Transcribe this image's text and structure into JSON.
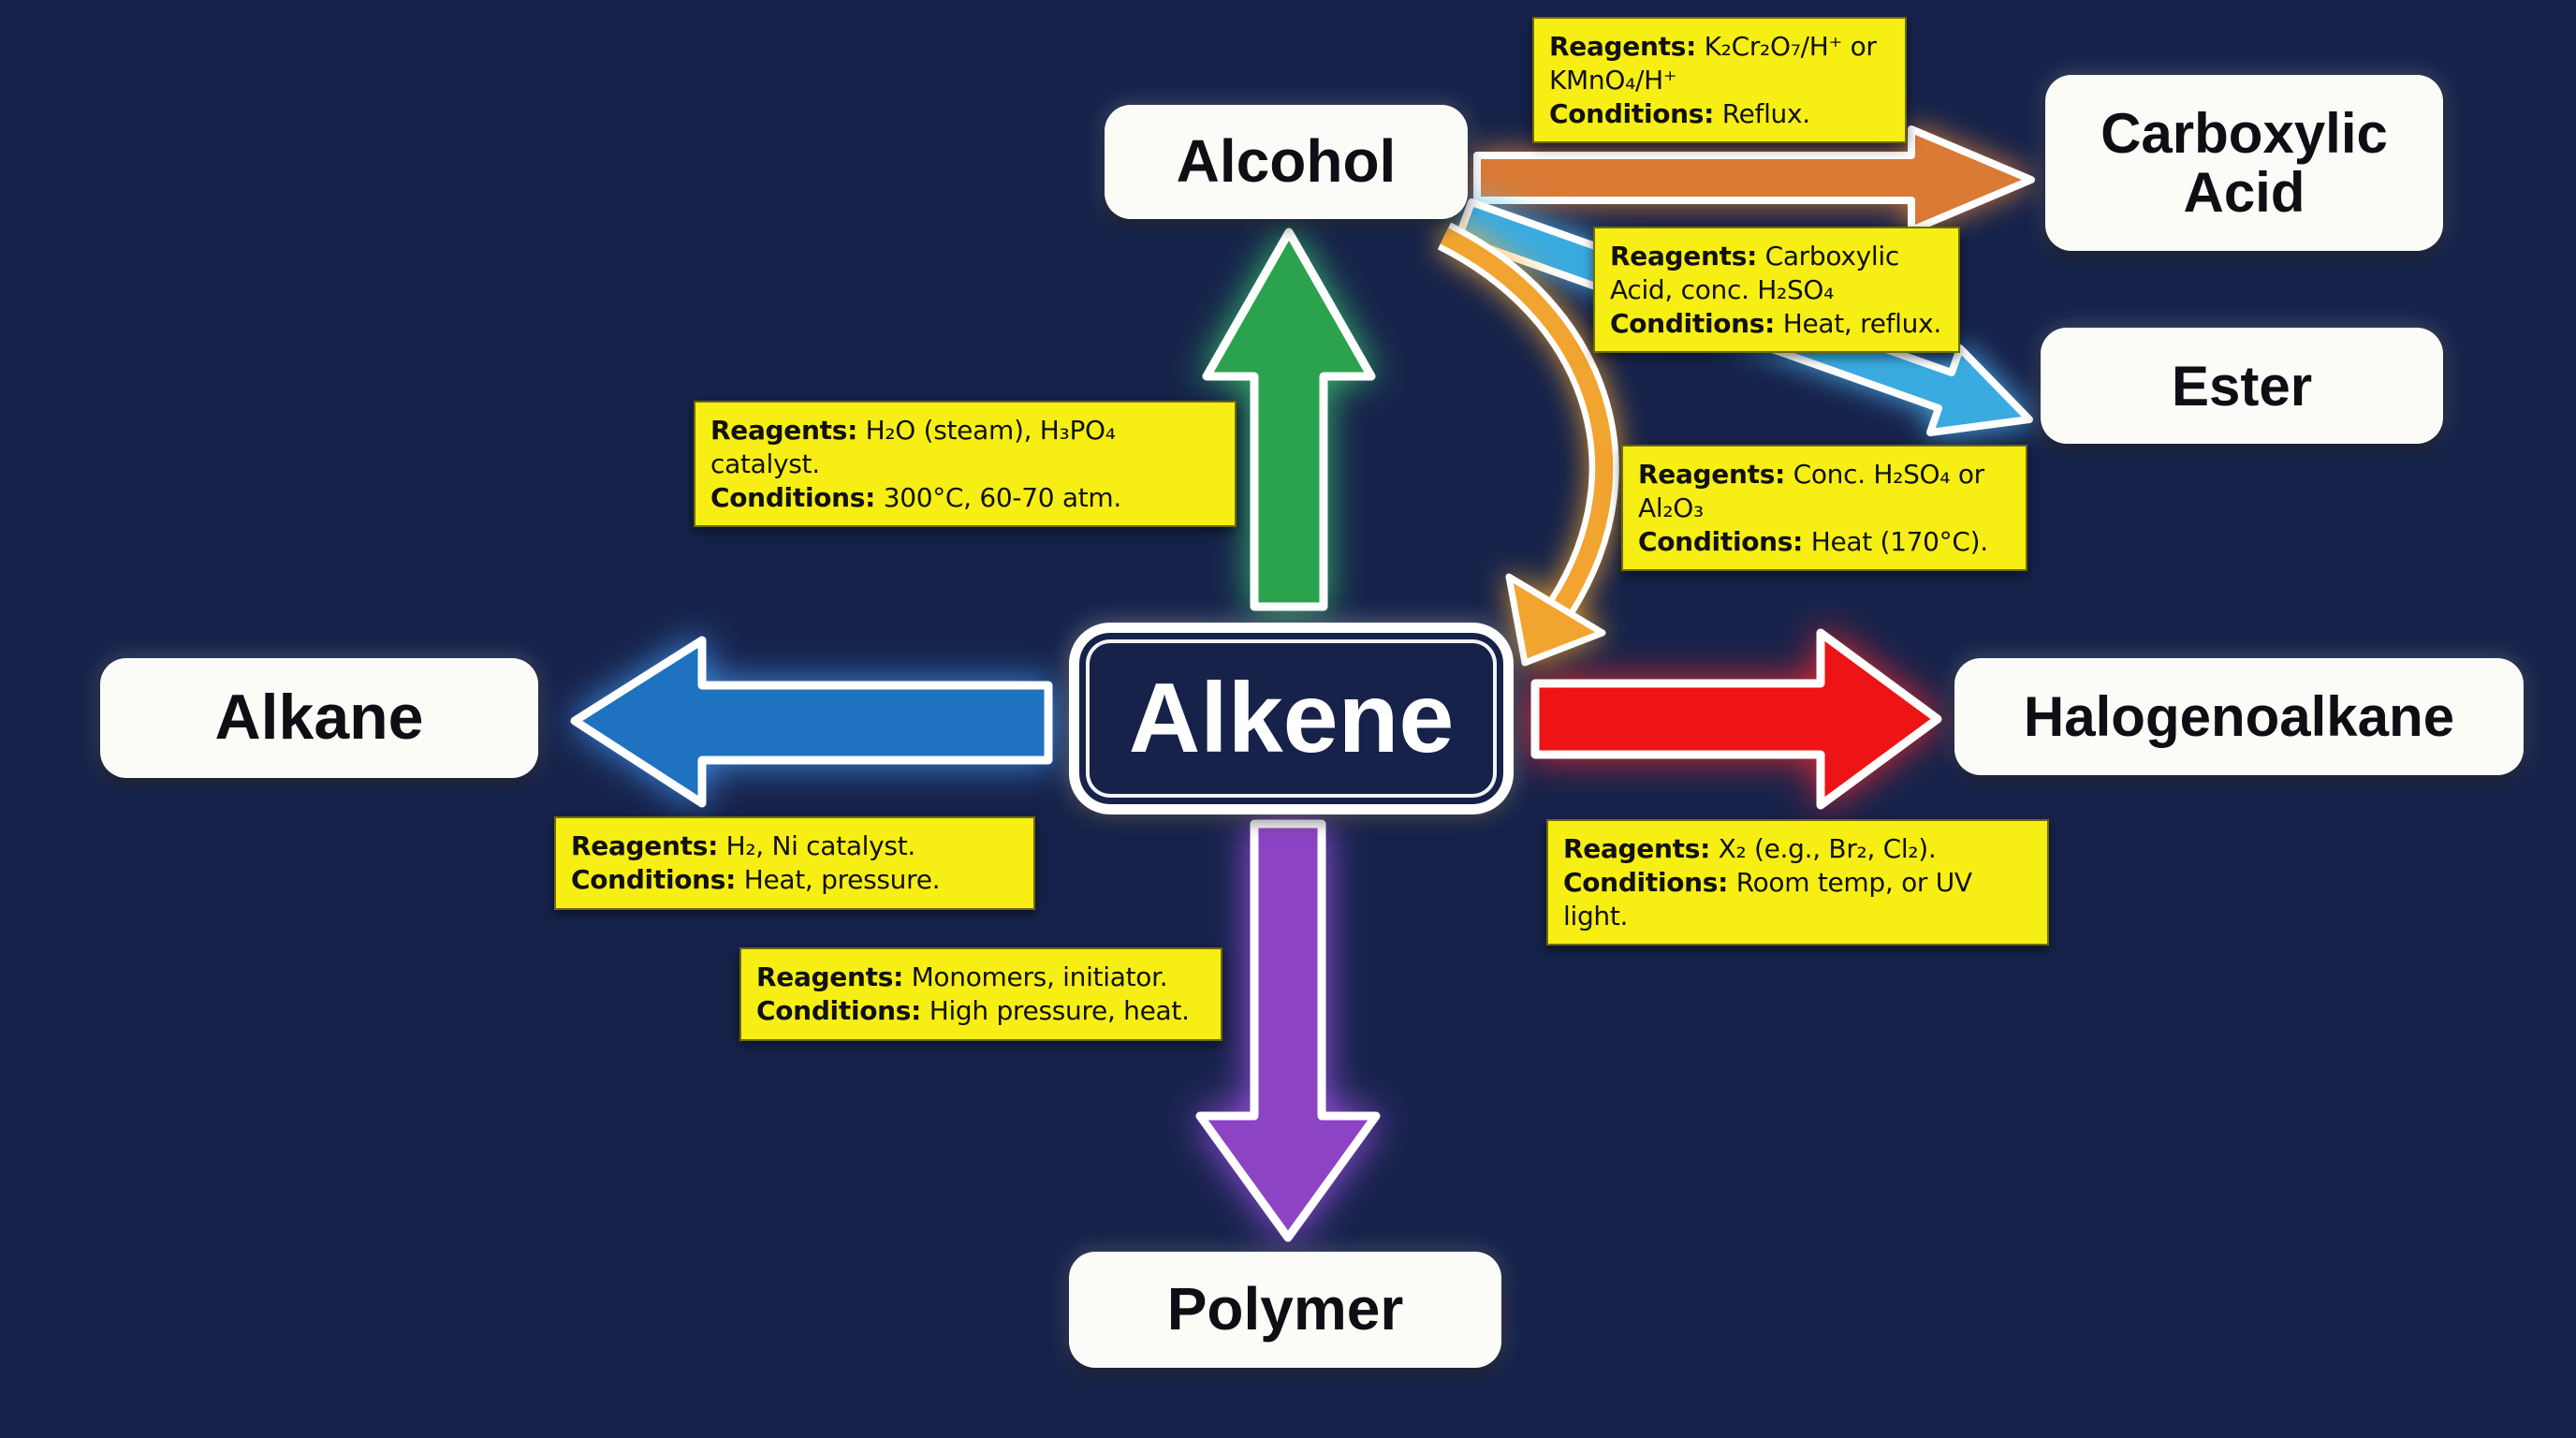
{
  "labels": {
    "reagents": "Reagents:",
    "conditions": "Conditions:"
  },
  "nodes": {
    "alkene": {
      "label": "Alkene"
    },
    "alcohol": {
      "label": "Alcohol"
    },
    "carboxylic_acid": {
      "label": "Carboxylic Acid"
    },
    "ester": {
      "label": "Ester"
    },
    "alkane": {
      "label": "Alkane"
    },
    "halogenoalkane": {
      "label": "Halogenoalkane"
    },
    "polymer": {
      "label": "Polymer"
    }
  },
  "reactions": [
    {
      "id": "oxidation",
      "from": "Alcohol",
      "to": "Carboxylic Acid",
      "arrow_color": "#d97a35",
      "reagents": "K₂Cr₂O₇/H⁺ or KMnO₄/H⁺",
      "conditions": "Reflux."
    },
    {
      "id": "esterification",
      "from": "Alcohol",
      "to": "Ester",
      "arrow_color": "#3aabe0",
      "reagents": "Carboxylic Acid, conc. H₂SO₄",
      "conditions": "Heat, reflux."
    },
    {
      "id": "dehydration",
      "from": "Alcohol",
      "to": "Alkene",
      "arrow_color": "#f2a430",
      "reagents": "Conc. H₂SO₄ or Al₂O₃",
      "conditions": "Heat (170°C)."
    },
    {
      "id": "hydration",
      "from": "Alkene",
      "to": "Alcohol",
      "arrow_color": "#2aa24e",
      "reagents": "H₂O (steam), H₃PO₄ catalyst.",
      "conditions": "300°C, 60-70 atm."
    },
    {
      "id": "hydrogenation",
      "from": "Alkene",
      "to": "Alkane",
      "arrow_color": "#1e72c0",
      "reagents": "H₂, Ni catalyst.",
      "conditions": "Heat, pressure."
    },
    {
      "id": "halogenation",
      "from": "Alkene",
      "to": "Halogenoalkane",
      "arrow_color": "#ee1314",
      "reagents": "X₂ (e.g., Br₂, Cl₂).",
      "conditions": "Room temp, or UV light."
    },
    {
      "id": "polymerisation",
      "from": "Alkene",
      "to": "Polymer",
      "arrow_color": "#8d44c4",
      "reagents": "Monomers, initiator.",
      "conditions": "High pressure, heat."
    }
  ],
  "colors": {
    "background": "#16224a",
    "label_box": "#f7ef13",
    "node_box": "#fbfbf7",
    "arrow_outline": "#ffffff"
  }
}
